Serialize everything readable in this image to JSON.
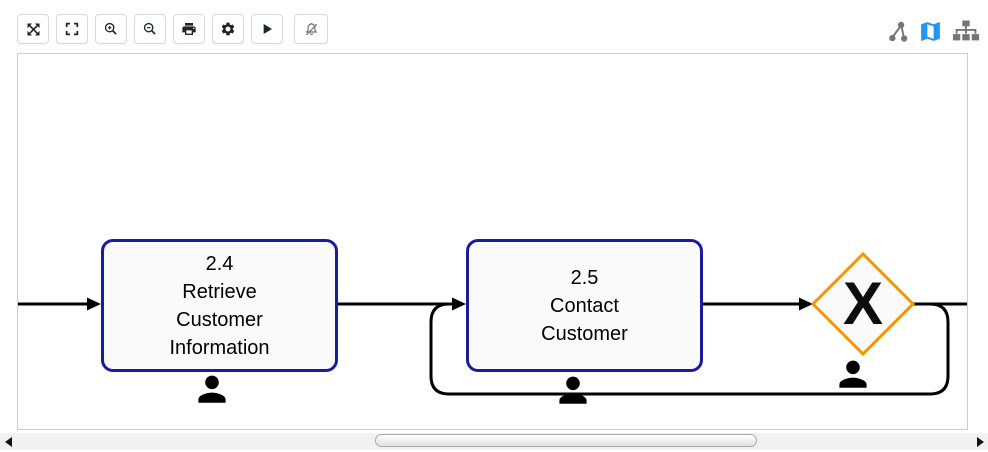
{
  "toolbar": {
    "buttons": [
      {
        "name": "fit-viewport",
        "icon": "expand-arrows-icon"
      },
      {
        "name": "fullscreen",
        "icon": "fullscreen-icon"
      },
      {
        "name": "zoom-in",
        "icon": "zoom-in-icon"
      },
      {
        "name": "zoom-out",
        "icon": "zoom-out-icon"
      },
      {
        "name": "print",
        "icon": "printer-icon"
      },
      {
        "name": "settings",
        "icon": "gear-icon"
      },
      {
        "name": "play",
        "icon": "play-icon"
      },
      {
        "name": "notifications-muted",
        "icon": "bell-slash-icon",
        "state": "muted"
      }
    ]
  },
  "header_icons": [
    {
      "name": "process-graph",
      "icon": "graph-icon",
      "color": "#757575"
    },
    {
      "name": "map-view",
      "icon": "map-icon",
      "color": "#2196f3"
    },
    {
      "name": "sitemap-view",
      "icon": "sitemap-icon",
      "color": "#757575"
    }
  ],
  "diagram": {
    "tasks": [
      {
        "number": "2.4",
        "label": "2.4\nRetrieve\nCustomer\nInformation",
        "performer_icon": "person-icon"
      },
      {
        "number": "2.5",
        "label": "2.5\nContact\nCustomer",
        "performer_icon": "person-icon"
      }
    ],
    "gateway": {
      "type": "exclusive-gateway",
      "symbol": "X",
      "performer_icon": "person-icon"
    },
    "colors": {
      "task_border": "#1b1b9e",
      "task_fill": "#fafafa",
      "gateway_border": "#fb9300",
      "flow_line": "#000000",
      "person": "#000000"
    }
  },
  "scrollbar": {
    "orientation": "horizontal",
    "left_arrow_icon": "scroll-left-icon",
    "right_arrow_icon": "scroll-right-icon"
  }
}
